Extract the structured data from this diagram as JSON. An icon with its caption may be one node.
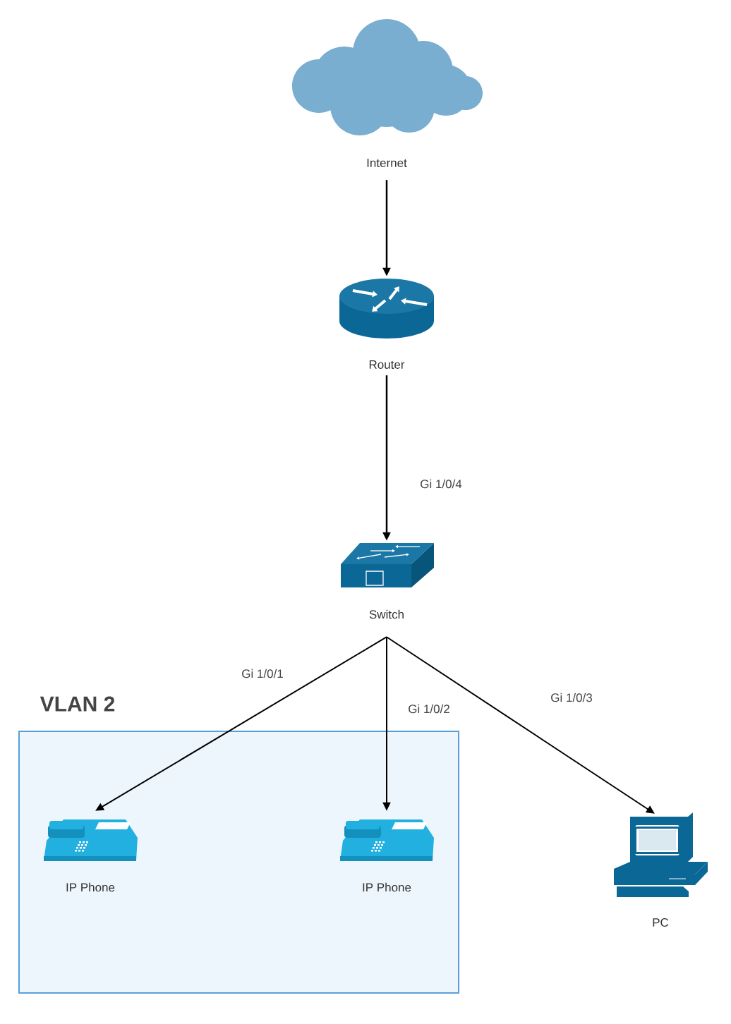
{
  "diagram": {
    "nodes": [
      {
        "text": [
          "Internet"
        ]
      },
      {
        "text": [
          "Router"
        ]
      },
      {
        "text": [
          "Switch"
        ]
      },
      {
        "text": [
          "VLAN 2"
        ]
      },
      {
        "text": [
          "IP Phone"
        ],
        "in": 3
      },
      {
        "text": [
          "IP Phone"
        ],
        "in": 3
      },
      {
        "text": [
          "PC"
        ]
      }
    ],
    "edges": [
      {
        "from": 0,
        "to": 1,
        "arrow": "to"
      },
      {
        "from": 1,
        "to": 2,
        "arrow": "to",
        "label": "Gi 1/0/4"
      },
      {
        "from": 2,
        "to": 4,
        "arrow": "to",
        "label": "Gi 1/0/1"
      },
      {
        "from": 2,
        "to": 5,
        "arrow": "to",
        "label": "Gi 1/0/2"
      },
      {
        "from": 2,
        "to": 6,
        "arrow": "to",
        "label": "Gi 1/0/3"
      }
    ]
  }
}
